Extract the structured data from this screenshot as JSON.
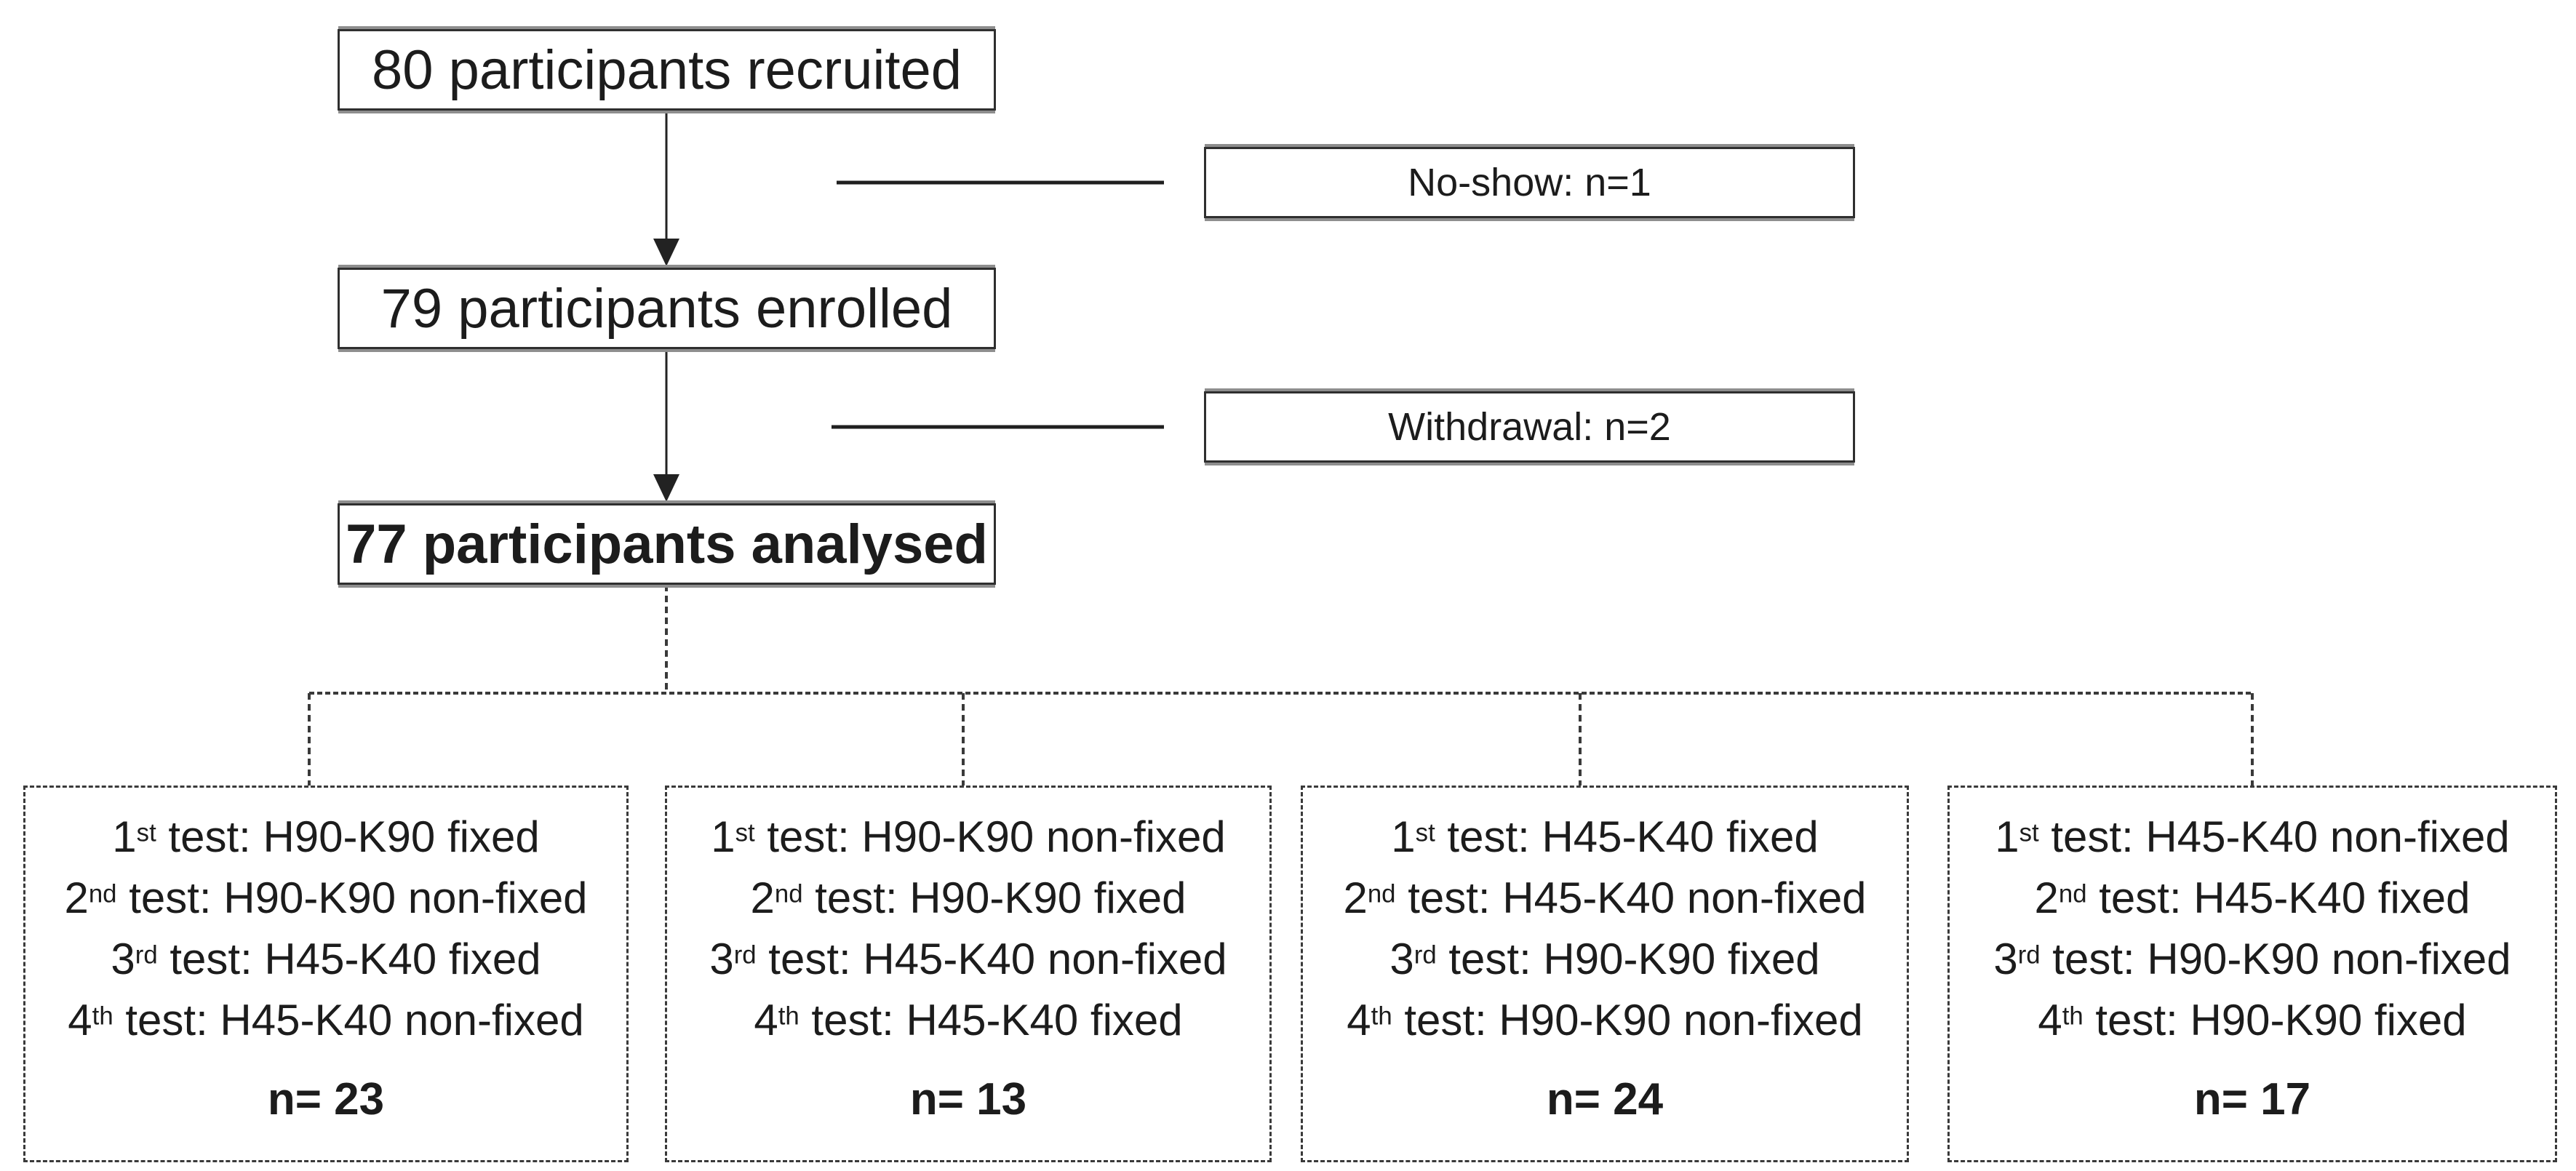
{
  "flow": {
    "recruited": "80 participants recruited",
    "no_show": "No-show: n=1",
    "enrolled": "79 participants enrolled",
    "withdrawal": "Withdrawal: n=2",
    "analysed": "77 participants analysed"
  },
  "groups": [
    {
      "lines": [
        {
          "num": "1",
          "sup": "st",
          "text": " test: H90-K90 fixed"
        },
        {
          "num": "2",
          "sup": "nd",
          "text": " test: H90-K90 non-fixed"
        },
        {
          "num": "3",
          "sup": "rd",
          "text": " test: H45-K40 fixed"
        },
        {
          "num": "4",
          "sup": "th",
          "text": " test: H45-K40 non-fixed"
        }
      ],
      "n_label": "n= 23"
    },
    {
      "lines": [
        {
          "num": "1",
          "sup": "st",
          "text": " test: H90-K90 non-fixed"
        },
        {
          "num": "2",
          "sup": "nd",
          "text": " test: H90-K90 fixed"
        },
        {
          "num": "3",
          "sup": "rd",
          "text": " test: H45-K40 non-fixed"
        },
        {
          "num": "4",
          "sup": "th",
          "text": " test: H45-K40 fixed"
        }
      ],
      "n_label": "n= 13"
    },
    {
      "lines": [
        {
          "num": "1",
          "sup": "st",
          "text": " test: H45-K40 fixed"
        },
        {
          "num": "2",
          "sup": "nd",
          "text": " test: H45-K40 non-fixed"
        },
        {
          "num": "3",
          "sup": "rd",
          "text": " test: H90-K90 fixed"
        },
        {
          "num": "4",
          "sup": "th",
          "text": " test: H90-K90 non-fixed"
        }
      ],
      "n_label": "n= 24"
    },
    {
      "lines": [
        {
          "num": "1",
          "sup": "st",
          "text": " test: H45-K40 non-fixed"
        },
        {
          "num": "2",
          "sup": "nd",
          "text": " test: H45-K40 fixed"
        },
        {
          "num": "3",
          "sup": "rd",
          "text": " test: H90-K90 non-fixed"
        },
        {
          "num": "4",
          "sup": "th",
          "text": " test: H90-K90 fixed"
        }
      ],
      "n_label": "n= 17"
    }
  ],
  "colors": {
    "ink": "#1c1c1c",
    "box_border": "#2f2f2f",
    "box_edge_gray": "#8e8e8e",
    "dashed_line": "#3a3a3a",
    "background": "#ffffff"
  }
}
